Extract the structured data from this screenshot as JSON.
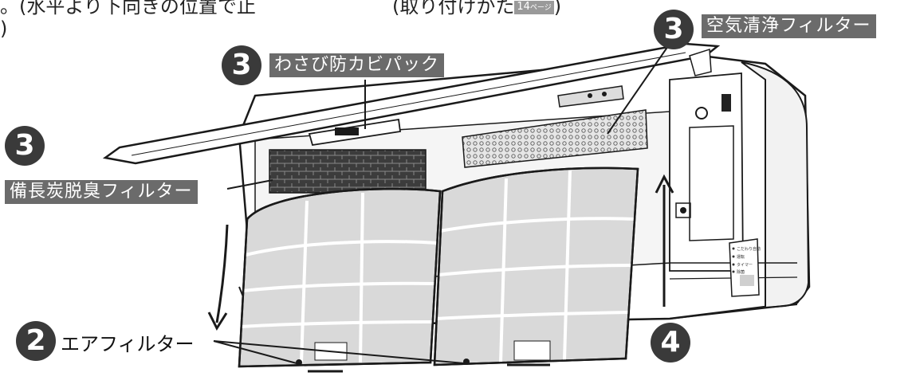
{
  "texts": {
    "top_left": "。(水平より下向きの位置で止",
    "top_left_2": ")",
    "top_mid_pre": "(取り付けかた",
    "top_mid_page": "14",
    "top_mid_page_suffix": "ページ",
    "top_mid_post": ")"
  },
  "labels": {
    "wasabi": "わさび防カビパック",
    "air_purify": "空気清浄フィルター",
    "charcoal": "備長炭脱臭フィルター",
    "air_filter": "エアフィルター"
  },
  "steps": {
    "three": "3",
    "two": "2",
    "four": "4"
  },
  "panel": {
    "lamp_1": "こだわり自動",
    "lamp_2": "運転",
    "lamp_3": "タイマー",
    "lamp_4": "除菌"
  },
  "colors": {
    "label_bg": "#6b6b6b",
    "badge_bg": "#3a3a3a",
    "filter_fill": "#d9d9d9",
    "line": "#1a1a1a"
  }
}
